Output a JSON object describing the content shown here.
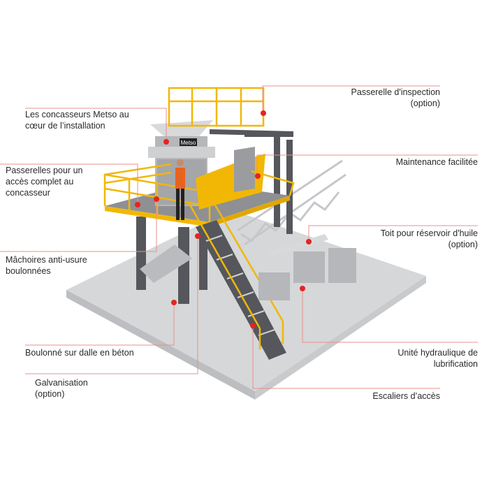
{
  "colors": {
    "callout": "#e52421",
    "rail": "#f2b705",
    "steel": "#55575c",
    "slab": "#d6d7d9"
  },
  "machine": {
    "brand_label": "Metso"
  },
  "callouts": [
    {
      "id": "inspection",
      "text": "Passerelle d'inspection\n(option)"
    },
    {
      "id": "crusher",
      "text": "Les concasseurs Metso au\ncœur de l’installation"
    },
    {
      "id": "maintenance",
      "text": "Maintenance facilitée"
    },
    {
      "id": "walkways",
      "text": "Passerelles pour un\naccès complet au\nconcasseur"
    },
    {
      "id": "oil-roof",
      "text": "Toit pour réservoir d'huile\n(option)"
    },
    {
      "id": "jaws",
      "text": "Mâchoires anti-usure\nboulonnées"
    },
    {
      "id": "hydraulic",
      "text": "Unité hydraulique de\nlubrification"
    },
    {
      "id": "bolted",
      "text": "Boulonné sur dalle en béton"
    },
    {
      "id": "galvanizing",
      "text": "Galvanisation\n(option)"
    },
    {
      "id": "stairs",
      "text": "Escaliers d’accès"
    }
  ]
}
